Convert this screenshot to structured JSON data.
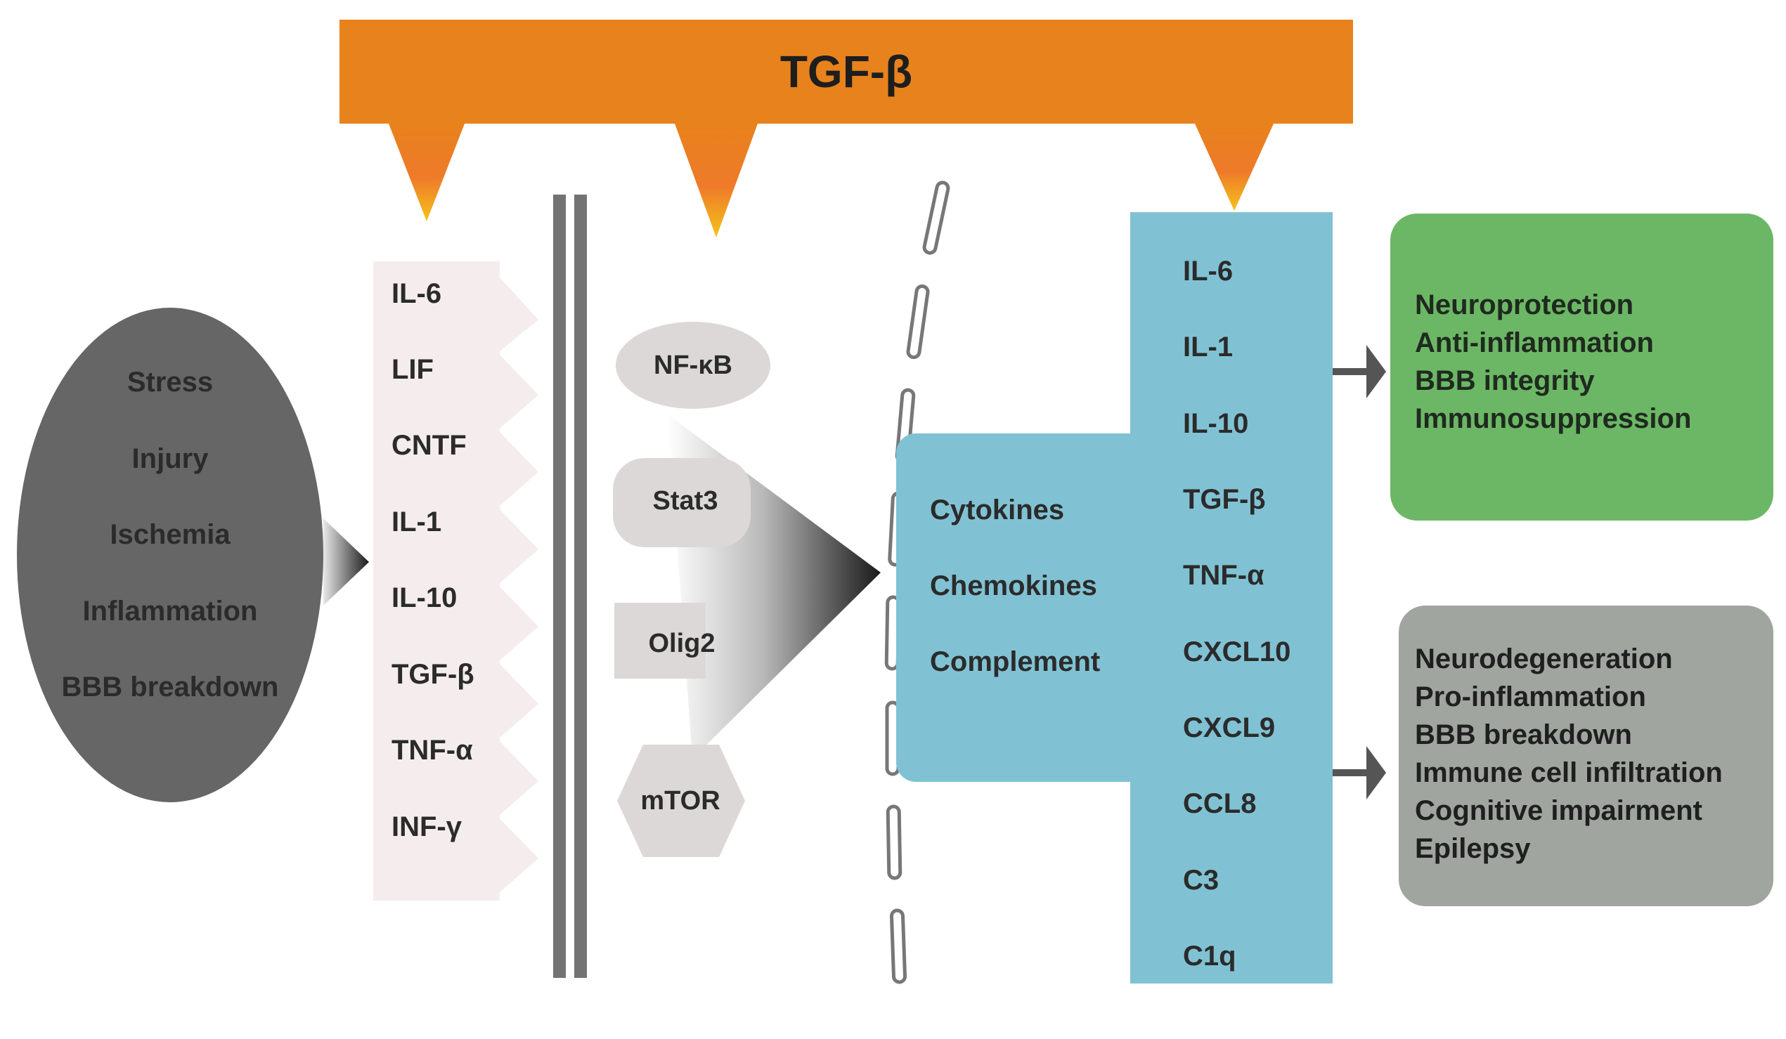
{
  "title": "TGF-β",
  "triggers": [
    "Stress",
    "Injury",
    "Ischemia",
    "Inflammation",
    "BBB breakdown"
  ],
  "cytokines": [
    "IL-6",
    "LIF",
    "CNTF",
    "IL-1",
    "IL-10",
    "TGF-β",
    "TNF-α",
    "INF-γ"
  ],
  "pathways": [
    "NF-κB",
    "Stat3",
    "Olig2",
    "mTOR"
  ],
  "categories": [
    "Cytokines",
    "Chemokines",
    "Complement"
  ],
  "mediators": [
    "IL-6",
    "IL-1",
    "IL-10",
    "TGF-β",
    "TNF-α",
    "CXCL10",
    "CXCL9",
    "CCL8",
    "C3",
    "C1q"
  ],
  "beneficial_outcomes": [
    "Neuroprotection",
    "Anti-inflammation",
    "BBB integrity",
    "Immunosuppression"
  ],
  "detrimental_outcomes": [
    "Neurodegeneration",
    "Pro-inflammation",
    "BBB breakdown",
    "Immune cell infiltration",
    "Cognitive impairment",
    "Epilepsy"
  ],
  "colors": {
    "tgf_banner": "#e8821c",
    "trigger_ellipse": "#666666",
    "cytokine_panel": "#f5eded",
    "pathway_shape": "#dcd8d8",
    "mediator_panel": "#80c2d3",
    "beneficial_box": "#6cb765",
    "detrimental_box": "#a0a5a0",
    "membrane": "#737373"
  }
}
